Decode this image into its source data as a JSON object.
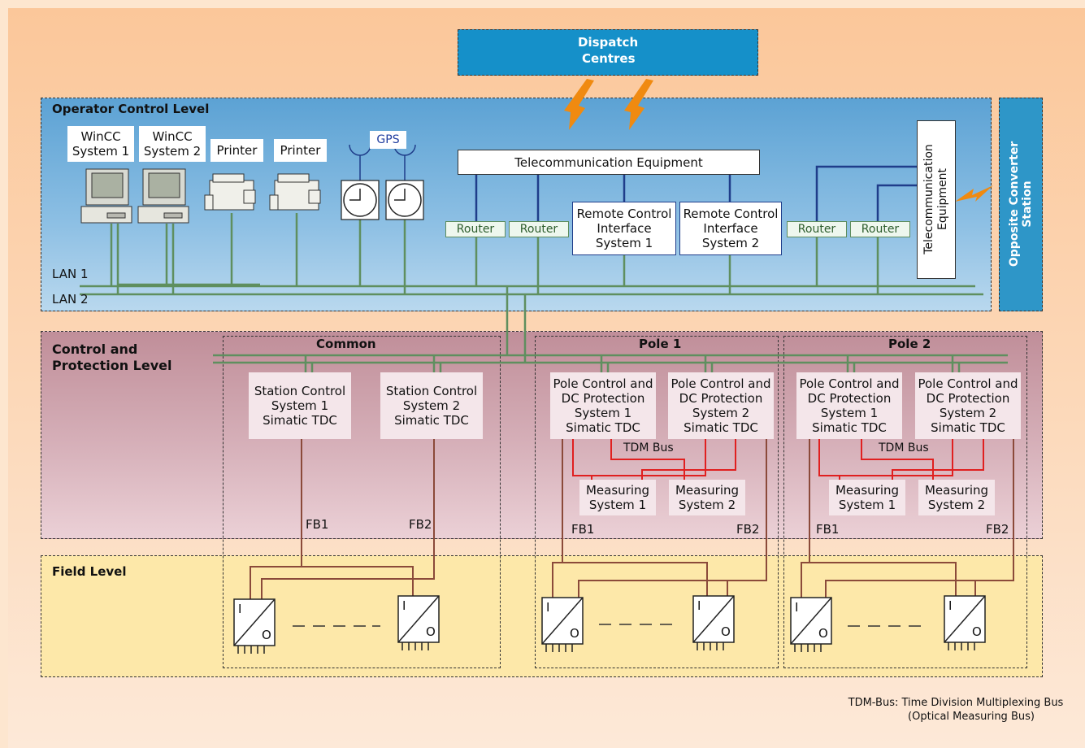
{
  "dispatch": {
    "line1": "Dispatch",
    "line2": "Centres"
  },
  "opposite": {
    "line1": "Opposite Converter",
    "line2": "Station"
  },
  "levels": {
    "operator": "Operator Control  Level",
    "control_line1": "Control and",
    "control_line2": "Protection Level",
    "field": "Field Level"
  },
  "lan": {
    "lan1": "LAN 1",
    "lan2": "LAN 2"
  },
  "workstations": [
    {
      "line1": "WinCC",
      "line2": "System 1"
    },
    {
      "line1": "WinCC",
      "line2": "System 2"
    }
  ],
  "printers": [
    "Printer",
    "Printer"
  ],
  "gps": "GPS",
  "telecom": "Telecommunication Equipment",
  "telecom_vertical": {
    "line1": "Telecommunication",
    "line2": "Equipment"
  },
  "router": "Router",
  "remote": [
    {
      "line1": "Remote Control",
      "line2": "Interface",
      "line3": "System 1"
    },
    {
      "line1": "Remote Control",
      "line2": "Interface",
      "line3": "System 2"
    }
  ],
  "groups": {
    "common": "Common",
    "pole1": "Pole 1",
    "pole2": "Pole 2"
  },
  "station_control": [
    {
      "line1": "Station Control",
      "line2": "System 1",
      "line3": "Simatic TDC"
    },
    {
      "line1": "Station Control",
      "line2": "System 2",
      "line3": "Simatic TDC"
    }
  ],
  "pole_control": [
    {
      "line1": "Pole Control and",
      "line2": "DC Protection",
      "line3": "System 1",
      "line4": "Simatic TDC"
    },
    {
      "line1": "Pole Control and",
      "line2": "DC Protection",
      "line3": "System 2",
      "line4": "Simatic TDC"
    }
  ],
  "measuring": [
    {
      "line1": "Measuring",
      "line2": "System 1"
    },
    {
      "line1": "Measuring",
      "line2": "System 2"
    }
  ],
  "tdm_bus": "TDM Bus",
  "fb": {
    "fb1": "FB1",
    "fb2": "FB2"
  },
  "io": {
    "i": "I",
    "o": "O"
  },
  "footnote": {
    "line1": "TDM-Bus: Time Division Multiplexing Bus",
    "line2": "(Optical Measuring Bus)"
  },
  "colors": {
    "operator_blue": "#6aaad7",
    "dispatch_blue": "#1590c9",
    "lan_green": "#5f8f5f",
    "cable_brown": "#8b4a3a",
    "tdm_red": "#e02020",
    "router_blue": "#1f3d8a",
    "lightning": "#f08a10",
    "control_mauve": "#c59aa4",
    "field_yellow": "#fde8a9"
  }
}
